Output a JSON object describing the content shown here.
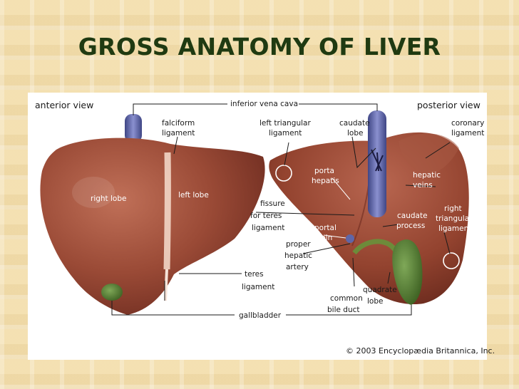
{
  "title": "GROSS ANATOMY OF LIVER",
  "figure": {
    "views": {
      "anterior": "anterior view",
      "posterior": "posterior view"
    },
    "labels": {
      "inferior_vena_cava": "inferior vena cava",
      "falciform_ligament": [
        "falciform",
        "ligament"
      ],
      "left_triangular_ligament": [
        "left triangular",
        "ligament"
      ],
      "caudate_lobe": [
        "caudate",
        "lobe"
      ],
      "coronary_ligament": [
        "coronary",
        "ligament"
      ],
      "porta_hepatis": [
        "porta",
        "hepatis"
      ],
      "hepatic_veins": [
        "hepatic",
        "veins"
      ],
      "right_lobe": "right lobe",
      "left_lobe": "left lobe",
      "fissure_for_teres_ligament": [
        "fissure",
        "for teres",
        "ligament"
      ],
      "caudate_process": [
        "caudate",
        "process"
      ],
      "right_triangular_ligament": [
        "right",
        "triangular",
        "ligament"
      ],
      "portal_vein": [
        "portal",
        "vein"
      ],
      "proper_hepatic_artery": [
        "proper",
        "hepatic",
        "artery"
      ],
      "teres_ligament": [
        "teres",
        "ligament"
      ],
      "quadrate_lobe": [
        "quadrate",
        "lobe"
      ],
      "common_bile_duct": [
        "common",
        "bile duct"
      ],
      "gallbladder": "gallbladder"
    },
    "copyright": "© 2003 Encyclopædia Britannica, Inc.",
    "colors": {
      "liver": "#9a4a36",
      "liver_dark": "#6e2c20",
      "vein": "#5f66a8",
      "gallbladder": "#4f7a30",
      "ligament": "#f2d6c6"
    }
  }
}
